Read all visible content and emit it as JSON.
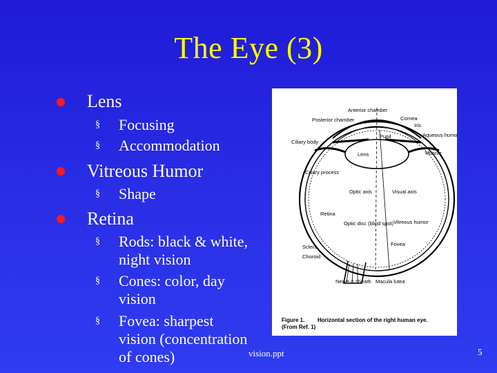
{
  "slide": {
    "title": "The Eye (3)",
    "bullets": [
      {
        "label": "Lens",
        "sub": [
          "Focusing",
          "Accommodation"
        ]
      },
      {
        "label": "Vitreous Humor",
        "sub": [
          "Shape"
        ]
      },
      {
        "label": "Retina",
        "sub": [
          [
            "Rods: black & white,",
            "night vision"
          ],
          [
            "Cones: color, day",
            "vision"
          ],
          [
            "Fovea: sharpest",
            "vision (concentration",
            "of cones)"
          ]
        ]
      }
    ],
    "footer_filename": "vision.ppt",
    "page_number": "5"
  },
  "figure": {
    "labels": {
      "anterior_chamber": "Anterior chamber",
      "cornea": "Cornea",
      "iris": "Iris",
      "posterior_chamber": "Posterior chamber",
      "pupil": "Pupil",
      "aqueous_humor": "Aqueous humor",
      "ciliary_body": "Ciliary body",
      "muscle": "Muscle",
      "lens": "Lens",
      "ciliary_process": "Ciliary process",
      "optic_axis": "Optic axis",
      "visual_axis": "Visual axis",
      "retina": "Retina",
      "optic_disc": "Optic disc (blind spot)",
      "vitreous_humor": "Vitreous humor",
      "sclera": "Sclera",
      "choroid": "Choroid",
      "fovea": "Fovea",
      "nerve_sheath": "Nerve & sheath",
      "macula_lutea": "Macula lutea"
    },
    "caption_bold": "Figure 1.",
    "caption_main": "Horizontal section of the right human eye.",
    "caption_ref": "(From Ref. 1)"
  }
}
